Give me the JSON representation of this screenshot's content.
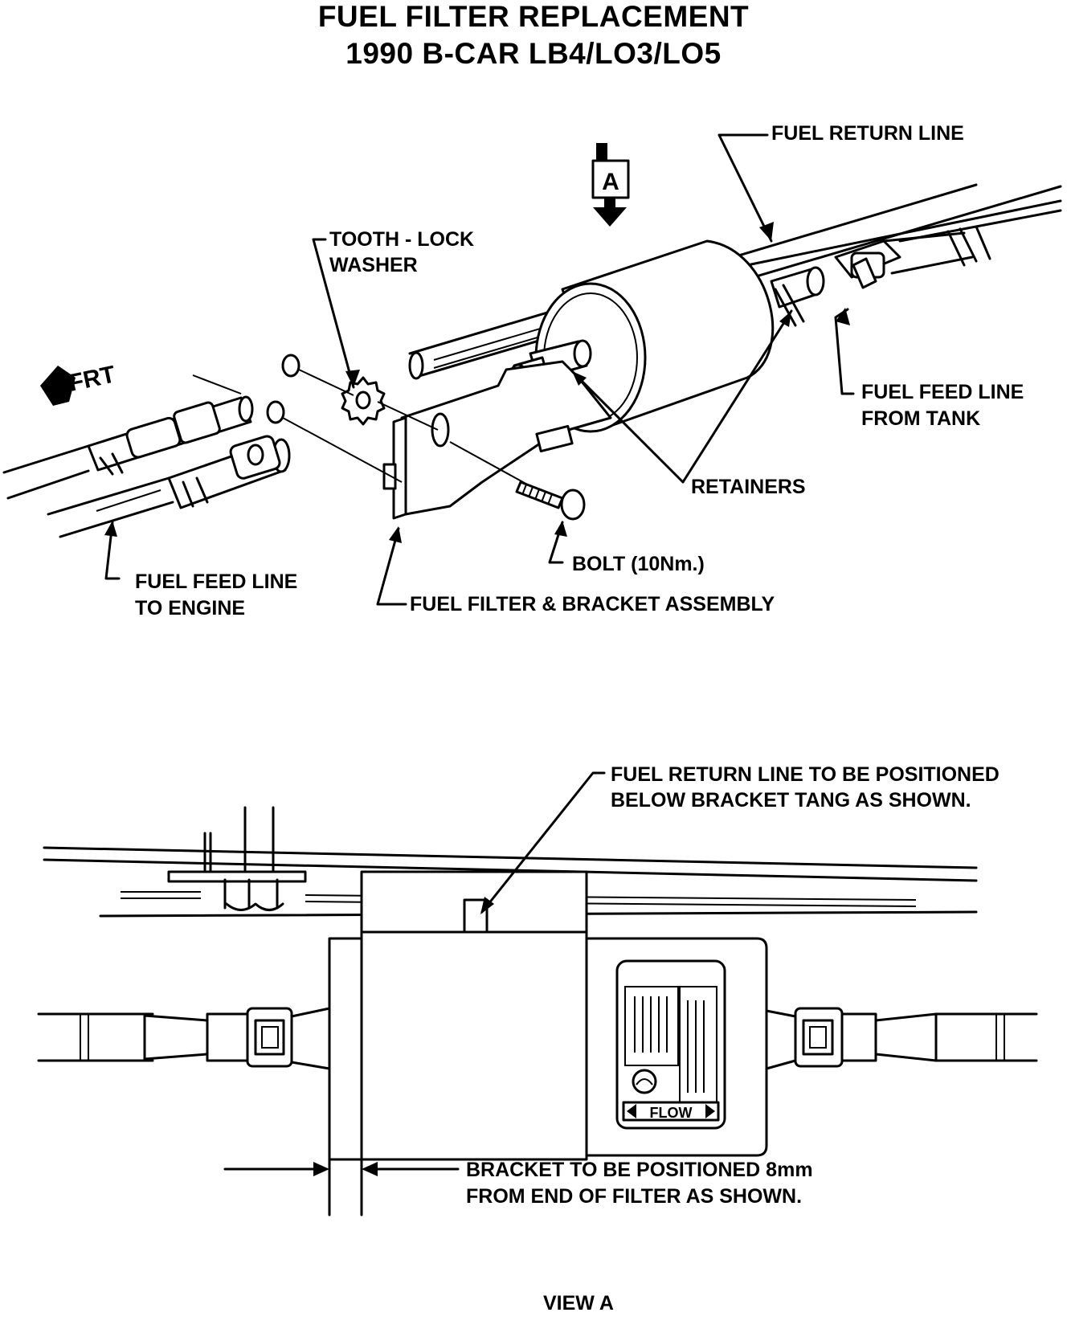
{
  "title": {
    "line1": "FUEL FILTER REPLACEMENT",
    "line2": "1990 B-CAR LB4/LO3/LO5"
  },
  "top_view": {
    "view_marker": "A",
    "front_arrow": "FRT",
    "labels": {
      "fuel_return_line": "FUEL RETURN LINE",
      "tooth_lock_washer_1": "TOOTH - LOCK",
      "tooth_lock_washer_2": "WASHER",
      "fuel_feed_from_tank_1": "FUEL FEED LINE",
      "fuel_feed_from_tank_2": "FROM TANK",
      "retainers": "RETAINERS",
      "bolt": "BOLT (10Nm.)",
      "fuel_feed_to_engine_1": "FUEL FEED LINE",
      "fuel_feed_to_engine_2": "TO ENGINE",
      "filter_bracket_assembly": "FUEL FILTER  & BRACKET ASSEMBLY"
    }
  },
  "view_a": {
    "note_return_1": "FUEL RETURN LINE TO BE POSITIONED",
    "note_return_2": "BELOW BRACKET TANG AS SHOWN.",
    "note_bracket_1": "BRACKET TO BE POSITIONED 8mm",
    "note_bracket_2": "FROM END OF FILTER AS SHOWN.",
    "flow_label": "FLOW",
    "caption": "VIEW A"
  }
}
